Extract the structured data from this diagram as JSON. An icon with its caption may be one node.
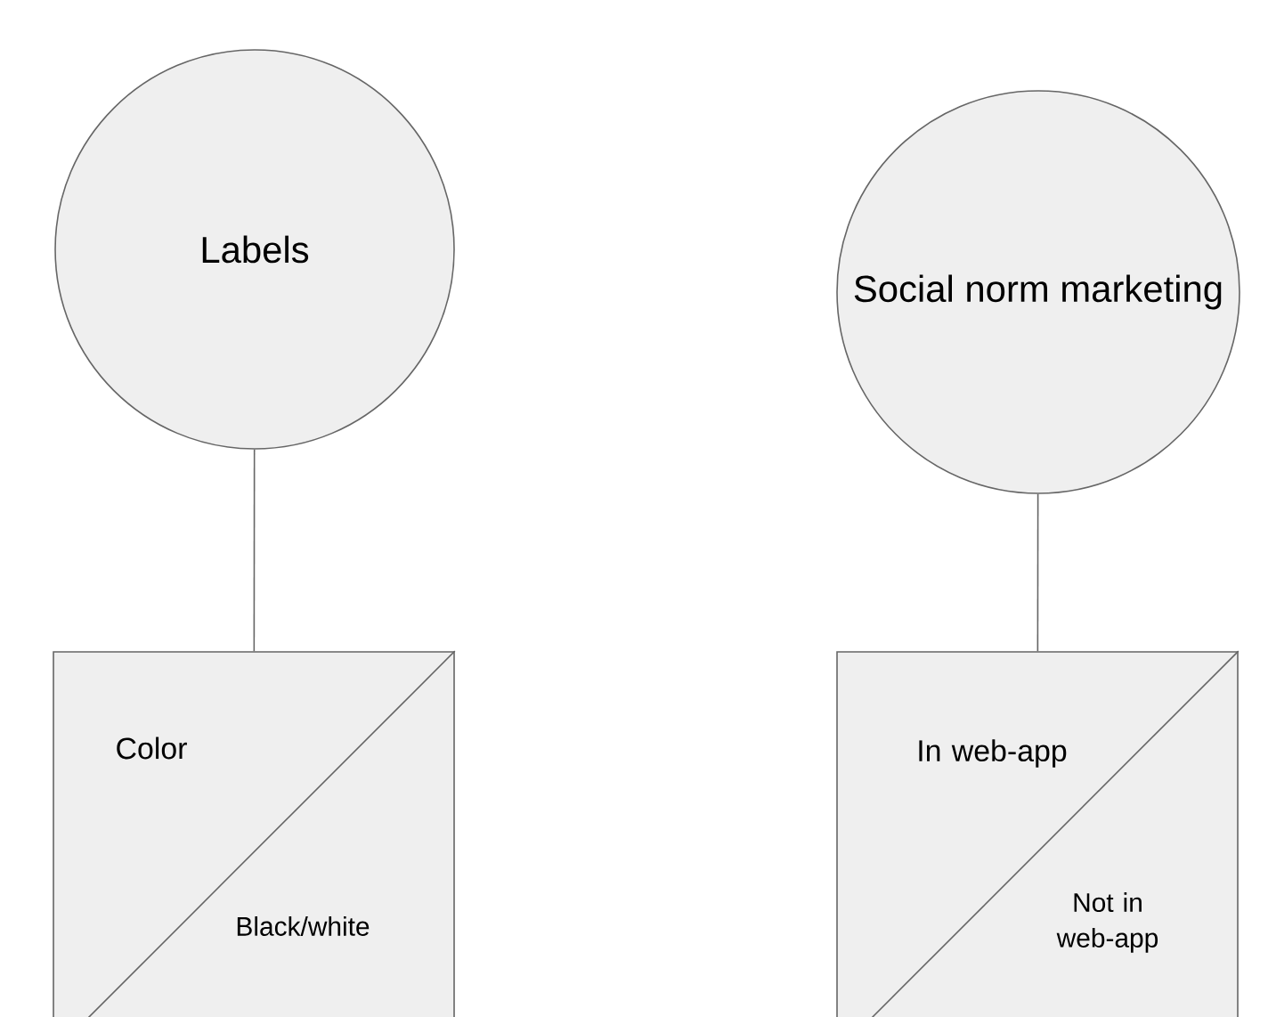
{
  "diagram": {
    "nodes": [
      {
        "text": [
          "Labels"
        ]
      },
      {
        "text": [
          "Color",
          "Black/white"
        ]
      },
      {
        "text": [
          "Social norm marketing"
        ]
      },
      {
        "text": [
          "In web-app",
          "Not in web-app"
        ]
      }
    ],
    "edges": [
      {
        "from": 0,
        "to": 1,
        "arrow": "none"
      },
      {
        "from": 2,
        "to": 3,
        "arrow": "none"
      }
    ]
  }
}
